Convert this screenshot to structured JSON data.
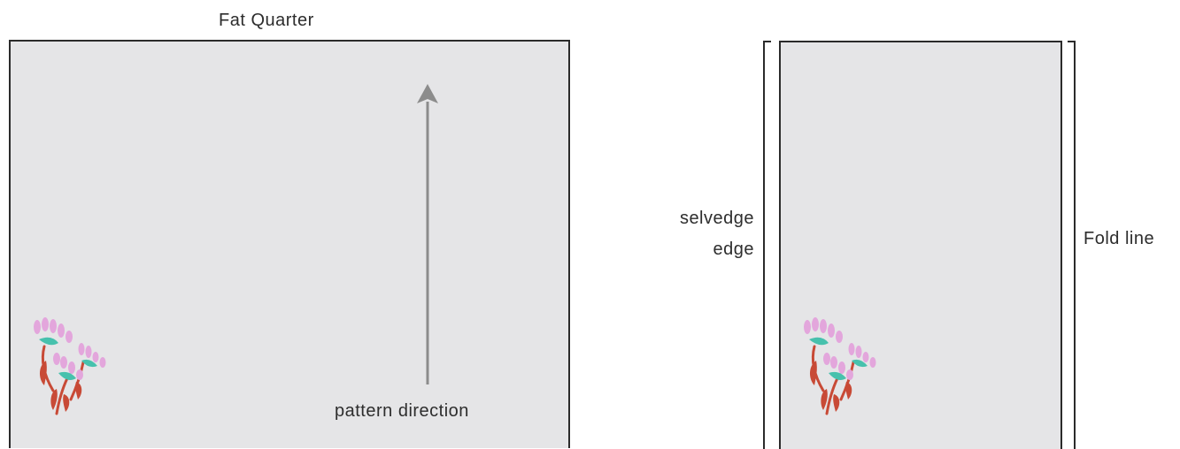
{
  "fat_quarter": {
    "title": "Fat Quarter",
    "direction_label": "pattern direction"
  },
  "folded": {
    "selvedge_label_line1": "selvedge",
    "selvedge_label_line2": "edge",
    "fold_label": "Fold line"
  },
  "colors": {
    "fabric": "#e5e5e7",
    "outline": "#2b2b2b",
    "arrow": "#8c8c8c",
    "petal": "#e3a6dc",
    "leaf_center": "#47c1ad",
    "stem": "#c84a36"
  },
  "icons": [
    "arrow-up-icon",
    "flower-motif-icon"
  ]
}
